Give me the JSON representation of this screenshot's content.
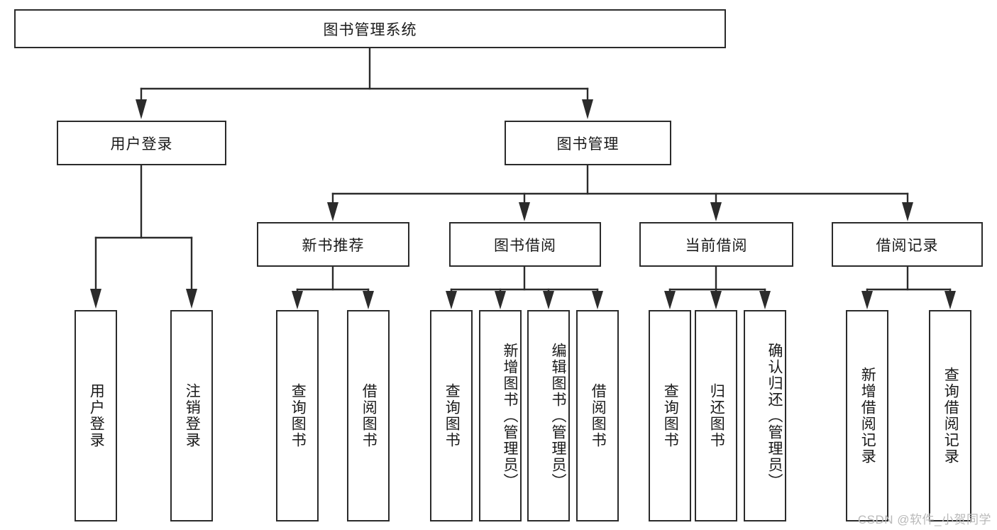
{
  "diagram": {
    "type": "tree",
    "title": "图书管理系统",
    "root": {
      "id": "root",
      "label": "图书管理系统"
    },
    "level2": [
      {
        "id": "user-login",
        "label": "用户登录"
      },
      {
        "id": "book-management",
        "label": "图书管理"
      }
    ],
    "level3": [
      {
        "id": "new-book-recommend",
        "label": "新书推荐",
        "parent": "book-management"
      },
      {
        "id": "book-borrow",
        "label": "图书借阅",
        "parent": "book-management"
      },
      {
        "id": "current-borrow",
        "label": "当前借阅",
        "parent": "book-management"
      },
      {
        "id": "borrow-record",
        "label": "借阅记录",
        "parent": "book-management"
      }
    ],
    "leaves": {
      "user_login": [
        {
          "id": "leaf-user-login",
          "label": "用户登录"
        },
        {
          "id": "leaf-logout-login",
          "label": "注销登录"
        }
      ],
      "new_book_recommend": [
        {
          "id": "leaf-query-book-1",
          "label": "查询图书"
        },
        {
          "id": "leaf-borrow-book-1",
          "label": "借阅图书"
        }
      ],
      "book_borrow": [
        {
          "id": "leaf-query-book-2",
          "label": "查询图书"
        },
        {
          "id": "leaf-add-book",
          "label": "新增图书（管理员）"
        },
        {
          "id": "leaf-edit-book",
          "label": "编辑图书（管理员）"
        },
        {
          "id": "leaf-borrow-book-2",
          "label": "借阅图书"
        }
      ],
      "current_borrow": [
        {
          "id": "leaf-query-book-3",
          "label": "查询图书"
        },
        {
          "id": "leaf-return-book",
          "label": "归还图书"
        },
        {
          "id": "leaf-confirm-return",
          "label": "确认归还（管理员）"
        }
      ],
      "borrow_record": [
        {
          "id": "leaf-add-record",
          "label": "新增借阅记录"
        },
        {
          "id": "leaf-query-record",
          "label": "查询借阅记录"
        }
      ]
    },
    "colors": {
      "stroke": "#2b2b2b",
      "fill": "#ffffff",
      "text": "#1a1a1a",
      "watermark": "#b9b9b9"
    }
  },
  "watermark": {
    "text": "CSDN @软件_小贺同学"
  }
}
